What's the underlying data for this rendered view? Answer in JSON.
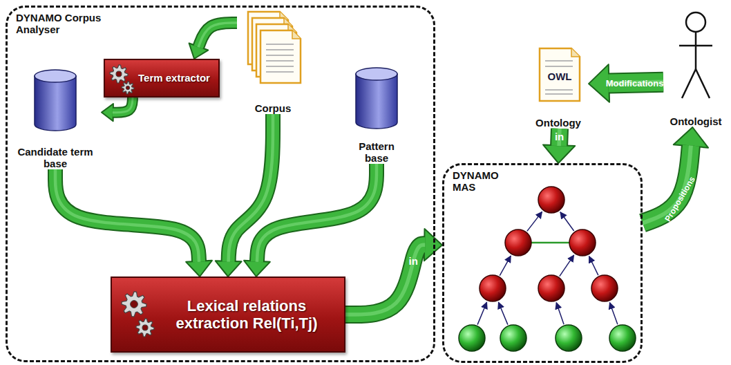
{
  "diagram": {
    "nodes": [
      {
        "text": [
          "DYNAMO Corpus Analyser"
        ]
      },
      {
        "text": [
          "Term extractor"
        ],
        "in": 0
      },
      {
        "text": [
          "Corpus"
        ],
        "in": 0
      },
      {
        "text": [
          "Candidate term base"
        ],
        "in": 0
      },
      {
        "text": [
          "Pattern base"
        ],
        "in": 0
      },
      {
        "text": [
          "Lexical relations extraction Rel(Ti,Tj)"
        ],
        "in": 0
      },
      {
        "text": [
          "OWL",
          "Ontology"
        ]
      },
      {
        "text": [
          "Ontologist"
        ]
      },
      {
        "text": [
          "DYNAMO MAS"
        ]
      }
    ],
    "edges": [
      {
        "from": 2,
        "to": 1,
        "arrow": "to"
      },
      {
        "from": 1,
        "to": 3,
        "arrow": "to"
      },
      {
        "from": 3,
        "to": 5,
        "arrow": "to"
      },
      {
        "from": 2,
        "to": 5,
        "arrow": "to"
      },
      {
        "from": 4,
        "to": 5,
        "arrow": "to"
      },
      {
        "from": 5,
        "to": 8,
        "arrow": "to",
        "label": "in"
      },
      {
        "from": 6,
        "to": 8,
        "arrow": "to",
        "label": "in"
      },
      {
        "from": 8,
        "to": 7,
        "arrow": "to",
        "label": "Propositions"
      },
      {
        "from": 7,
        "to": 6,
        "arrow": "to",
        "label": "Modifications"
      }
    ]
  }
}
